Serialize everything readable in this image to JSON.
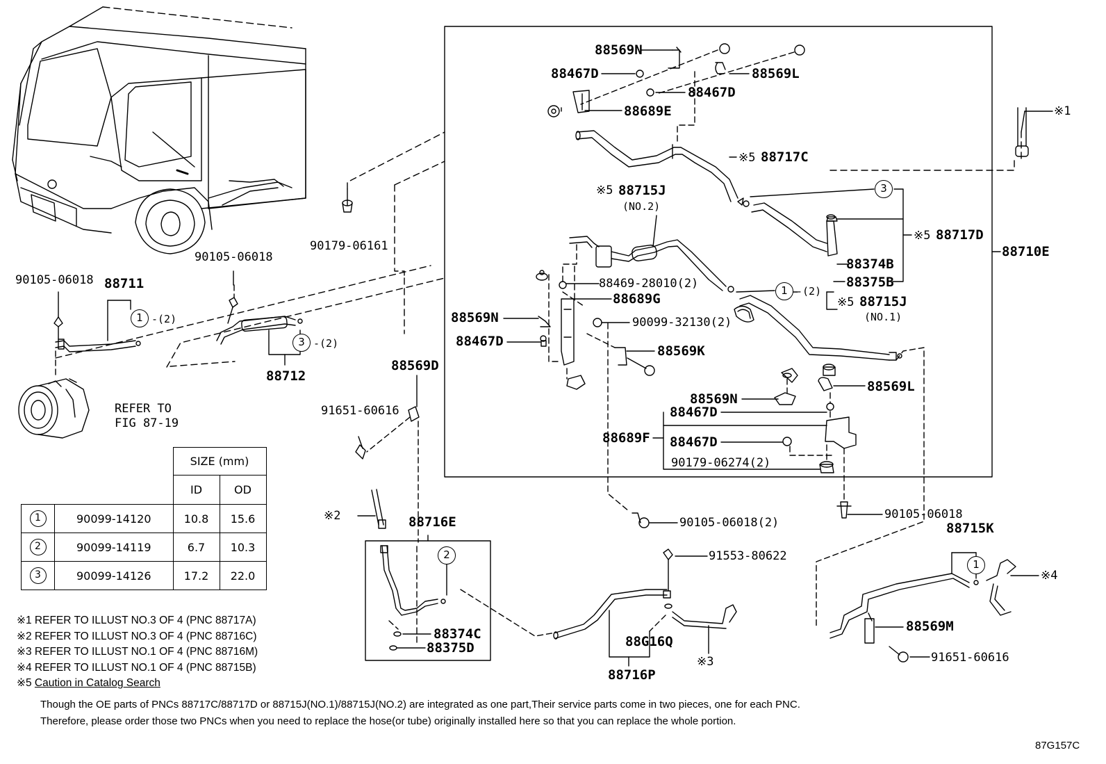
{
  "labels": {
    "p88569N_top": "88569N",
    "p88467D_a": "88467D",
    "p88569L_top": "88569L",
    "p88467D_b": "88467D",
    "p88689E": "88689E",
    "p88717C": "88717C",
    "ref_mark_5a": "※5",
    "p88715J_no2": "88715J",
    "ref_mark_5b": "※5",
    "no2": "(NO.2)",
    "p88717D": "88717D",
    "ref_mark_5c": "※5",
    "p88710E": "88710E",
    "p88374B": "88374B",
    "p88375B": "88375B",
    "p88469": "88469-28010(2)",
    "p88689G": "88689G",
    "qty_2a": "-(2)",
    "p88715J_no1": "88715J",
    "ref_mark_5d": "※5",
    "no1": "(NO.1)",
    "p88569N_mid": "88569N",
    "p90099_32130": "90099-32130(2)",
    "p88467D_c": "88467D",
    "p88569K": "88569K",
    "p88569L_mid": "88569L",
    "p88569N_low": "88569N",
    "p88467D_d": "88467D",
    "p88689F": "88689F",
    "p88467D_e": "88467D",
    "p90179_06274": "90179-06274(2)",
    "p90179_06161": "90179-06161",
    "p90105_06018_a": "90105-06018",
    "p90105_06018_b": "90105-06018",
    "p88711": "88711",
    "qty_2b": "-(2)",
    "qty_2c": "-(2)",
    "p88712": "88712",
    "refer_to": "REFER TO",
    "fig": "FIG 87-19",
    "p88569D": "88569D",
    "p91651_60616_a": "91651-60616",
    "p90105_06018_c": "90105-06018(2)",
    "p90105_06018_d": "90105-06018",
    "mark_1": "※1",
    "mark_2": "※2",
    "p88716E": "88716E",
    "p88374C": "88374C",
    "p88375D": "88375D",
    "p91553_80622": "91553-80622",
    "p88G16Q": "88G16Q",
    "mark_3": "※3",
    "p88716P": "88716P",
    "p88715K": "88715K",
    "mark_4": "※4",
    "p88569M": "88569M",
    "p91651_60616_b": "91651-60616",
    "circle_1": "1",
    "circle_2": "2",
    "circle_3": "3"
  },
  "size_table": {
    "header_size": "SIZE (mm)",
    "header_id": "ID",
    "header_od": "OD",
    "rows": [
      {
        "mark": "1",
        "part": "90099-14120",
        "id": "10.8",
        "od": "15.6"
      },
      {
        "mark": "2",
        "part": "90099-14119",
        "id": "6.7",
        "od": "10.3"
      },
      {
        "mark": "3",
        "part": "90099-14126",
        "id": "17.2",
        "od": "22.0"
      }
    ]
  },
  "notes": [
    {
      "mark": "※1",
      "text": "REFER TO ILLUST NO.3 OF 4 (PNC 88717A)"
    },
    {
      "mark": "※2",
      "text": "REFER TO ILLUST NO.3 OF 4 (PNC 88716C)"
    },
    {
      "mark": "※3",
      "text": "REFER TO ILLUST NO.1 OF 4 (PNC 88716M)"
    },
    {
      "mark": "※4",
      "text": "REFER TO ILLUST NO.1 OF 4 (PNC 88715B)"
    },
    {
      "mark": "※5",
      "text": "Caution in Catalog Search"
    }
  ],
  "footer": {
    "line1": "Though the OE parts of PNCs 88717C/88717D or 88715J(NO.1)/88715J(NO.2) are integrated as one part,Their service parts come in two pieces, one for each PNC.",
    "line2": "Therefore, please order those two PNCs when you need to replace the hose(or tube) originally installed here so that you can replace the whole portion.",
    "code": "87G157C"
  }
}
